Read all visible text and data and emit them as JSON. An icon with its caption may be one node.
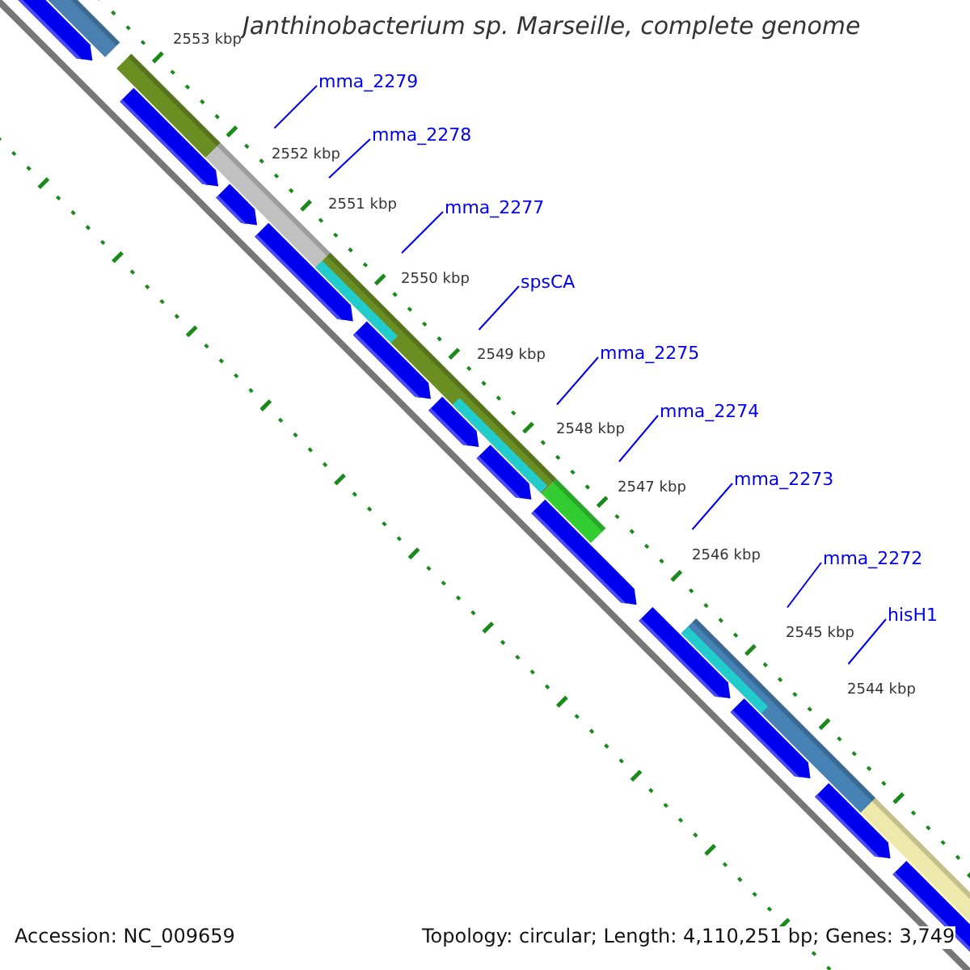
{
  "diagram": {
    "title": "Janthinobacterium sp. Marseille, complete genome",
    "nodes": [
      {
        "text": [
          "mma_2279"
        ]
      },
      {
        "text": [
          "mma_2278"
        ]
      },
      {
        "text": [
          "mma_2277"
        ]
      },
      {
        "text": [
          "spsCA"
        ]
      },
      {
        "text": [
          "mma_2275"
        ]
      },
      {
        "text": [
          "mma_2274"
        ]
      },
      {
        "text": [
          "mma_2273"
        ]
      },
      {
        "text": [
          "mma_2272"
        ]
      },
      {
        "text": [
          "hisH1"
        ]
      }
    ],
    "edges": [
      {
        "from": 0,
        "to": null,
        "arrow": "none"
      },
      {
        "from": 1,
        "to": null,
        "arrow": "none"
      },
      {
        "from": 2,
        "to": null,
        "arrow": "none"
      },
      {
        "from": 3,
        "to": null,
        "arrow": "none"
      },
      {
        "from": 4,
        "to": null,
        "arrow": "none"
      },
      {
        "from": 5,
        "to": null,
        "arrow": "none"
      },
      {
        "from": 6,
        "to": null,
        "arrow": "none"
      },
      {
        "from": 7,
        "to": null,
        "arrow": "none"
      },
      {
        "from": 8,
        "to": null,
        "arrow": "none"
      }
    ],
    "labels": [
      "2553 kbp",
      "2552 kbp",
      "2551 kbp",
      "2550 kbp",
      "2549 kbp",
      "2548 kbp",
      "2547 kbp",
      "2546 kbp",
      "2545 kbp",
      "2544 kbp",
      "Accession: NC_009659",
      "Topology: circular; Length: 4,110,251 bp; Genes: 3,749"
    ]
  }
}
